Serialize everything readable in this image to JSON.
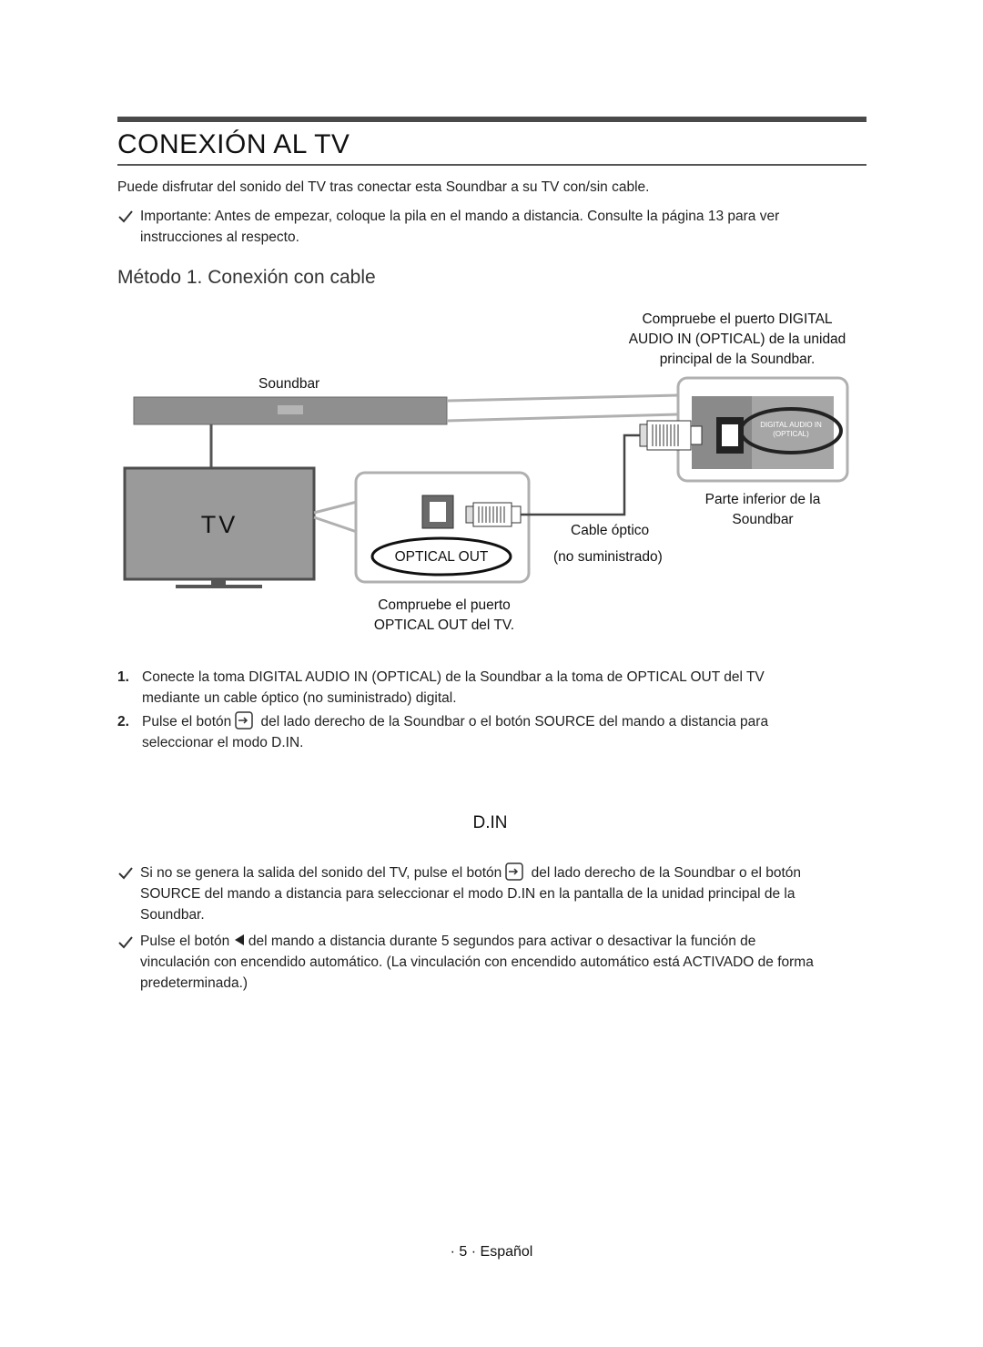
{
  "page": {
    "title": "CONEXIÓN AL TV",
    "intro": "Puede disfrutar del sonido del TV tras conectar esta Soundbar a su TV con/sin cable.",
    "note_important_line1": "Importante: Antes de empezar, coloque la pila en el mando a distancia. Consulte la página 13 para ver",
    "note_important_line2": "instrucciones al respecto.",
    "section_title": "Método 1. Conexión con cable"
  },
  "diagram": {
    "check_port_line1": "Compruebe el puerto DIGITAL",
    "check_port_line2": "AUDIO IN (OPTICAL) de la unidad",
    "check_port_line3": "principal de la Soundbar.",
    "soundbar_label": "Soundbar",
    "tv_label": "TV",
    "port_label_line1": "DIGITAL AUDIO IN",
    "port_label_line2": "(OPTICAL)",
    "bottom_label_line1": "Parte inferior de la",
    "bottom_label_line2": "Soundbar",
    "cable_label_line1": "Cable óptico",
    "cable_label_line2": "(no suministrado)",
    "optical_out": "OPTICAL OUT",
    "check_tv_line1": "Compruebe el puerto",
    "check_tv_line2": "OPTICAL OUT del TV.",
    "din_display": "D.IN"
  },
  "steps": [
    {
      "number": "1.",
      "a": "Conecte la toma ",
      "b": "DIGITAL AUDIO IN (OPTICAL)",
      "c": " de la Soundbar a la toma de ",
      "d": "OPTICAL OUT",
      "e": " del TV",
      "line2": "mediante un cable óptico (no suministrado) digital."
    },
    {
      "number": "2.",
      "a": "Pulse el botón",
      "c": " del lado derecho de la Soundbar o el botón ",
      "d": "SOURCE",
      "e": " del mando a distancia para",
      "line2a": "seleccionar el modo ",
      "line2b": "D.IN",
      "line2c": "."
    }
  ],
  "notes": {
    "n1_a": "Si no se genera la salida del sonido del TV, pulse el botón",
    "n1_b": " del lado derecho de la Soundbar o el botón",
    "n1_l2a": "SOURCE",
    "n1_l2b": " del mando a distancia para seleccionar el modo ",
    "n1_l2c": "D.IN",
    "n1_l2d": " en la pantalla de la unidad principal de la",
    "n1_l3": "Soundbar.",
    "n2_a": "Pulse el botón",
    "n2_b": " del mando a distancia durante 5 segundos para activar o desactivar la función de",
    "n2_l2": "vinculación con encendido automático. (La vinculación con encendido automático está ACTIVADO de forma",
    "n2_l3": "predeterminada.)"
  },
  "footer": {
    "page_label": "· 5 · Español"
  },
  "icons": [
    "check-icon",
    "source-input-icon",
    "left-triangle-icon"
  ],
  "colors": {
    "rule": "#4a4a4a",
    "soundbar": "#8f8f8f",
    "tv_screen": "#9a9a9a"
  }
}
